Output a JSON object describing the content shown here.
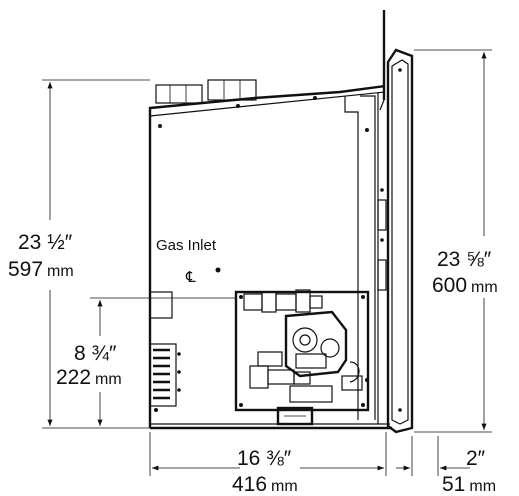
{
  "dimensions": {
    "height_overall": {
      "imperial": "23 ½″",
      "metric_value": "597",
      "metric_unit": "mm"
    },
    "height_door": {
      "imperial": "23 ⅝″",
      "metric_value": "600",
      "metric_unit": "mm"
    },
    "height_inlet": {
      "imperial": "8 ¾″",
      "metric_value": "222",
      "metric_unit": "mm"
    },
    "depth": {
      "imperial": "16 ⅜″",
      "metric_value": "416",
      "metric_unit": "mm"
    },
    "door_depth": {
      "imperial": "2″",
      "metric_value": "51",
      "metric_unit": "mm"
    }
  },
  "labels": {
    "gas_inlet": "Gas Inlet",
    "centerline": "℄"
  }
}
